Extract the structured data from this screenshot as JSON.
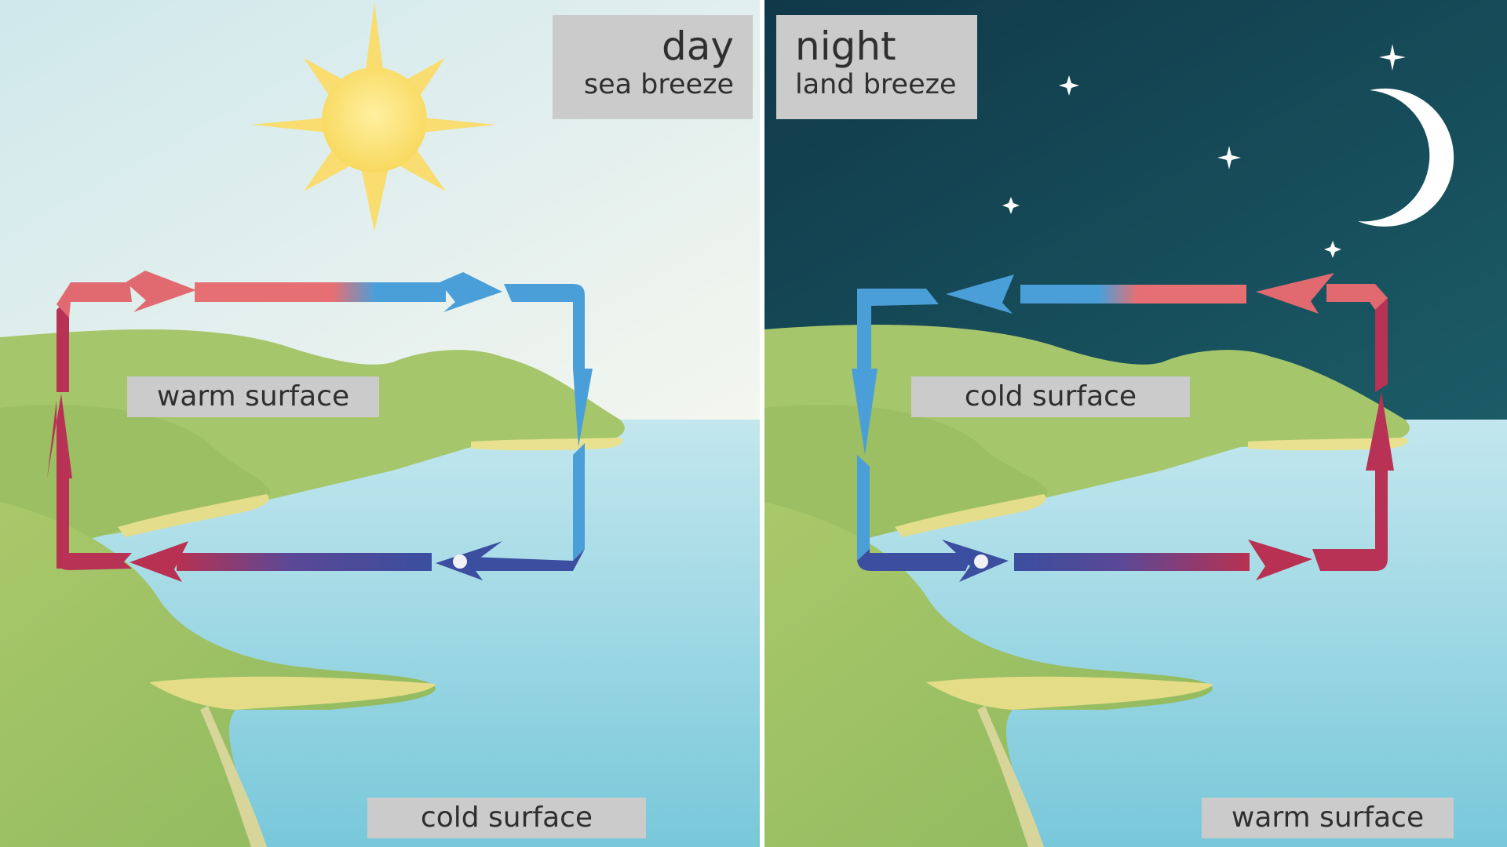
{
  "day_panel": {
    "title": "day",
    "subtitle": "sea breeze",
    "land_label": "warm surface",
    "sea_label": "cold surface"
  },
  "night_panel": {
    "title": "night",
    "subtitle": "land breeze",
    "land_label": "cold surface",
    "sea_label": "warm surface"
  },
  "colors": {
    "warm_air": "#e06a70",
    "warm_air_dark": "#b83455",
    "cool_air": "#4a9fd8",
    "cold_air_dark": "#3a4e9e",
    "day_sky": "#dcedf0",
    "night_sky": "#12414f",
    "sea": "#86cbdb",
    "land": "#9cbf64",
    "sun": "#fbe27a",
    "label_box": "#cbcbcb"
  },
  "icons": [
    "sun-icon",
    "moon-icon",
    "star-icon"
  ]
}
